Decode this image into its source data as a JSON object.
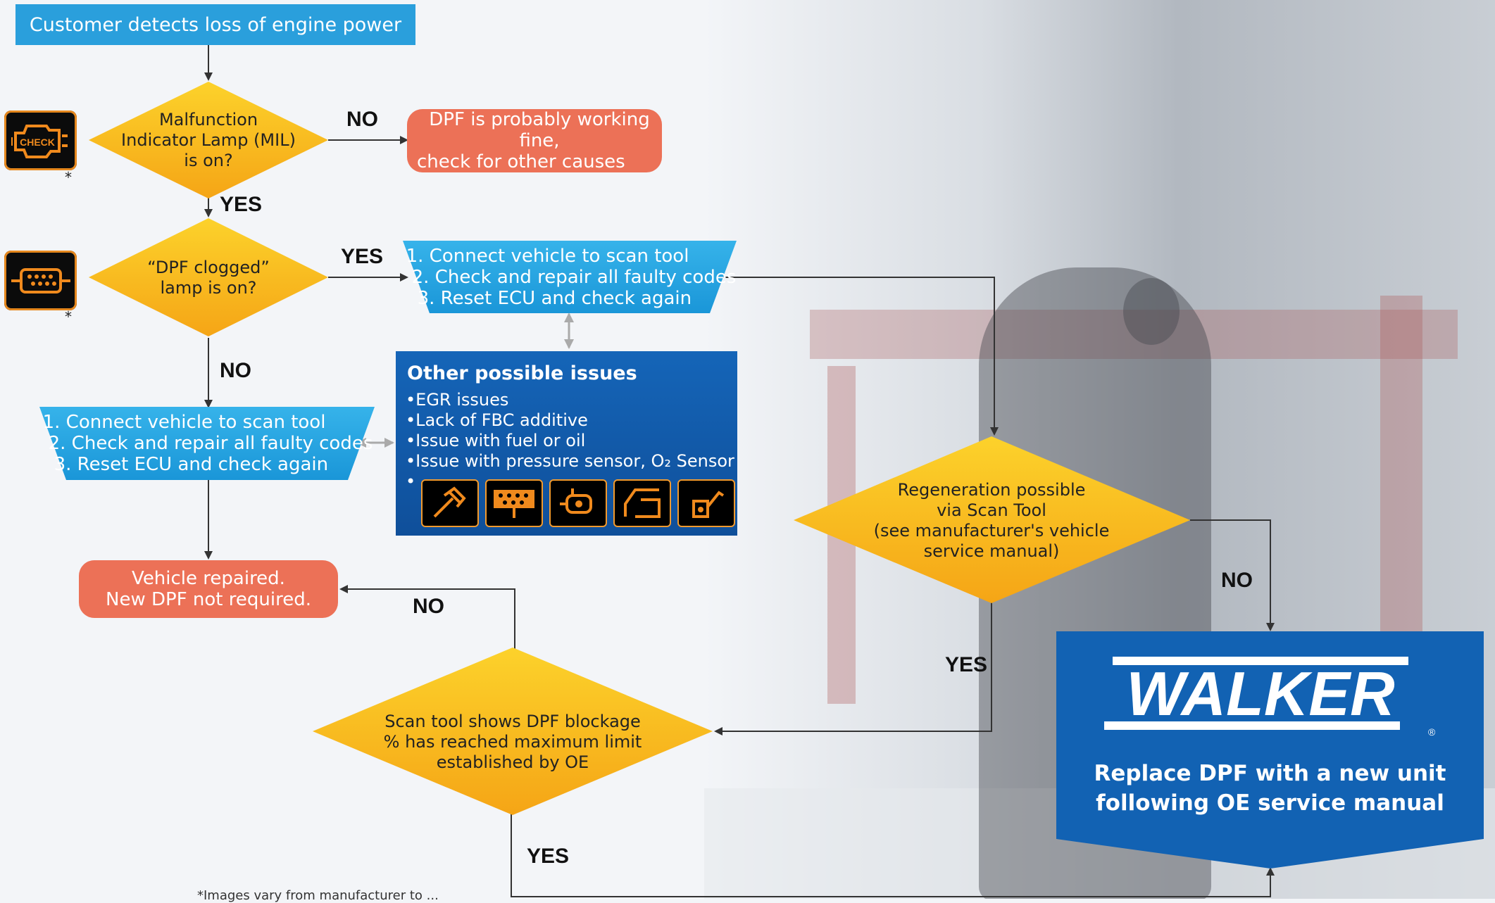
{
  "start": "Customer detects loss of engine power",
  "mil_question": [
    "Malfunction",
    "Indicator Lamp (MIL)",
    "is on?"
  ],
  "mil_no": "NO",
  "mil_no_result": [
    "DPF is probably working fine,",
    "check for other causes"
  ],
  "mil_yes": "YES",
  "dpf_question": [
    "“DPF clogged”",
    "lamp is on?"
  ],
  "dpf_yes": "YES",
  "dpf_no": "NO",
  "check_lamp_label": "CHECK",
  "lamp_asterisk": "*",
  "steps_right": [
    "1. Connect vehicle to scan tool",
    "2. Check and repair all faulty codes",
    "3. Reset ECU and check again"
  ],
  "steps_left": [
    "1. Connect vehicle to scan tool",
    "2. Check and repair all faulty codes",
    "3. Reset ECU and check again"
  ],
  "other_issues": {
    "title": "Other possible issues",
    "items": [
      "EGR issues",
      "Lack of FBC additive",
      "Issue with fuel or oil",
      "Issue with pressure sensor, O₂ Sensor"
    ],
    "icons": [
      "hammer-icon",
      "particle-filter-icon",
      "sensor-icon",
      "exhaust-pipe-icon",
      "oil-can-icon"
    ]
  },
  "vehicle_repaired": [
    "Vehicle repaired.",
    "New DPF not required."
  ],
  "regen_question": [
    "Regeneration possible",
    "via Scan Tool",
    "(see manufacturer's vehicle",
    "service manual)"
  ],
  "regen_no": "NO",
  "regen_yes": "YES",
  "scan_question": [
    "Scan tool shows DPF blockage",
    "% has reached maximum limit",
    "established by OE"
  ],
  "scan_no": "NO",
  "scan_yes": "YES",
  "walker": {
    "brand": "WALKER",
    "registered": "®",
    "text": [
      "Replace DPF with a new unit",
      "following OE service manual"
    ]
  },
  "footnote": "*Images vary from manufacturer to ...",
  "colors": {
    "blue": "#2a9fdc",
    "orange": "#ec7157",
    "yellow": "#f9b81b",
    "navy": "#1262b3"
  }
}
